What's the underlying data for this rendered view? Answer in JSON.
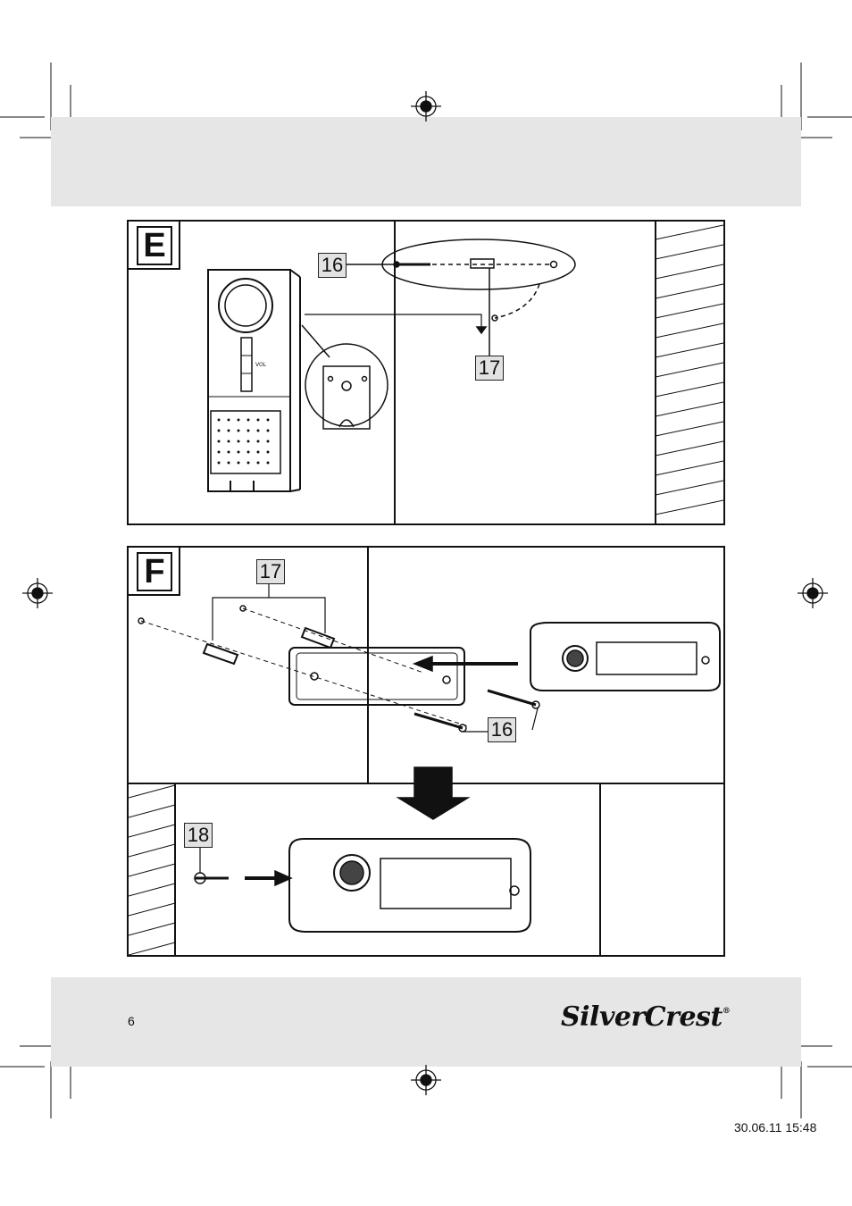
{
  "page": {
    "page_number": "6",
    "brand": "SilverCrest",
    "brand_mark": "®",
    "print_stamp": "30.06.11   15:48"
  },
  "figure_e": {
    "label": "E",
    "callouts": [
      "16",
      "17"
    ],
    "device_labels": {
      "volume": "VOL"
    }
  },
  "figure_f": {
    "label": "F",
    "callouts": [
      "17",
      "16",
      "18"
    ]
  },
  "icons": [
    "registration-mark",
    "screw-icon",
    "wall-plug-icon",
    "bell-icon",
    "arrow-icon"
  ]
}
